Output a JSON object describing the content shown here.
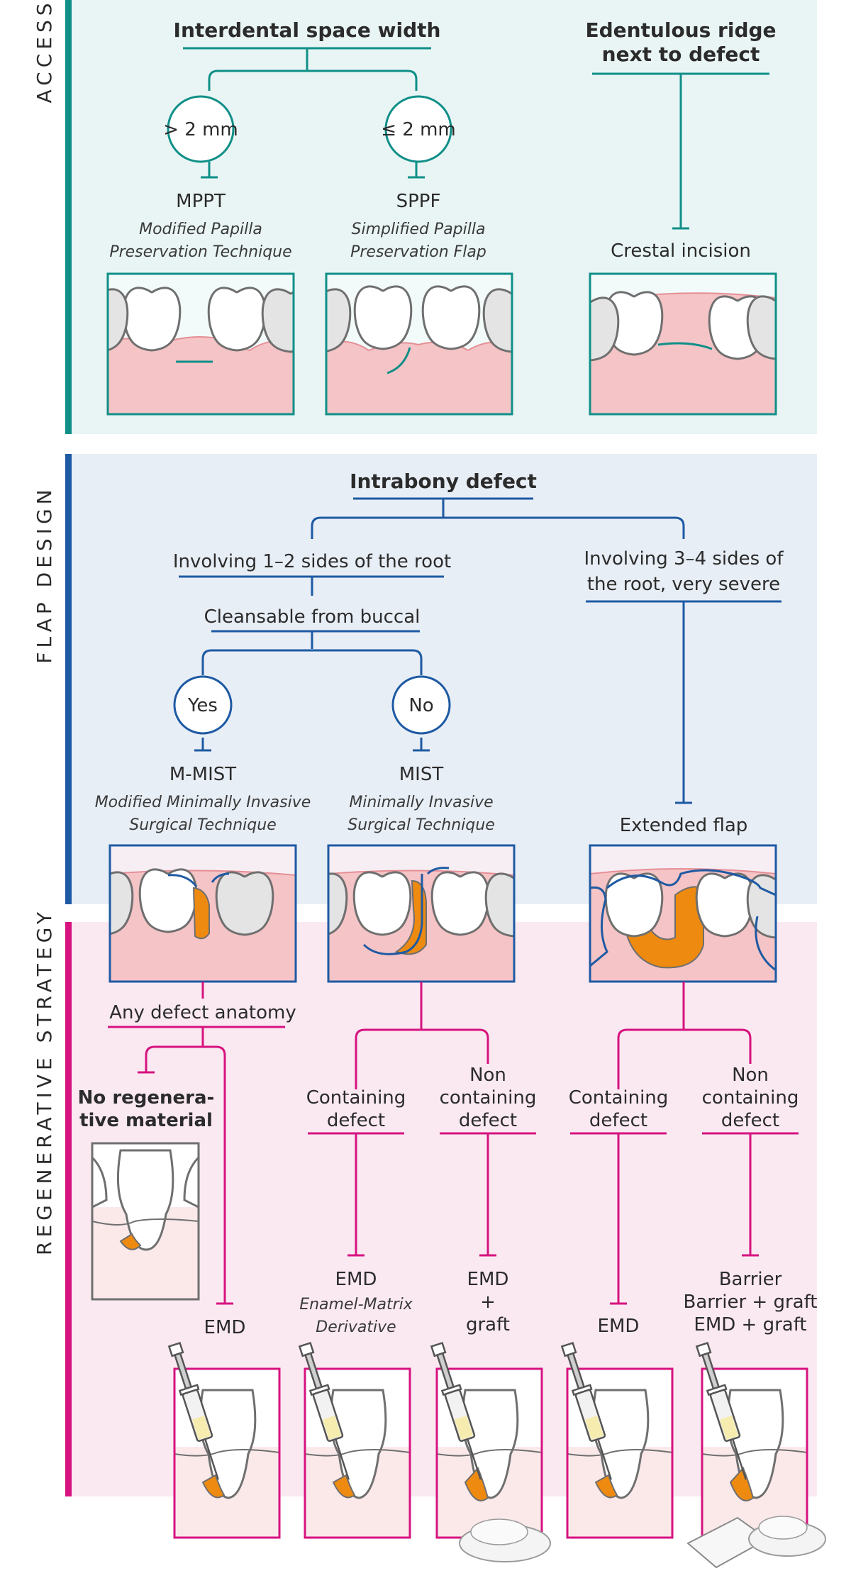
{
  "sections": {
    "access": "ACCESS",
    "flap": "FLAP DESIGN",
    "regen": "REGENERATIVE STRATEGY"
  },
  "colors": {
    "teal": "#0f8f88",
    "blue": "#1e5aa3",
    "magenta": "#d6137f",
    "gum": "#f5c4c6",
    "orange": "#ee8a10"
  },
  "access": {
    "interdental": "Interdental space width",
    "gt2": "> 2 mm",
    "le2": "≤ 2 mm",
    "mppt": "MPPT",
    "mppt_d1": "Modified Papilla",
    "mppt_d2": "Preservation Technique",
    "sppf": "SPPF",
    "sppf_d1": "Simplified Papilla",
    "sppf_d2": "Preservation Flap",
    "edent1": "Edentulous ridge",
    "edent2": "next to defect",
    "crestal": "Crestal incision"
  },
  "flap": {
    "intrabony": "Intrabony defect",
    "inv12": "Involving 1–2 sides of the root",
    "inv34_1": "Involving 3–4 sides of",
    "inv34_2": "the root, very severe",
    "cleansable": "Cleansable from buccal",
    "yes": "Yes",
    "no": "No",
    "mmist": "M-MIST",
    "mmist_d1": "Modified Minimally Invasive",
    "mmist_d2": "Surgical Technique",
    "mist": "MIST",
    "mist_d1": "Minimally Invasive",
    "mist_d2": "Surgical Technique",
    "extended": "Extended flap"
  },
  "regen": {
    "any_defect": "Any defect anatomy",
    "no_regen1": "No regenera-",
    "no_regen2": "tive material",
    "emd": "EMD",
    "containing1": "Containing",
    "containing2": "defect",
    "noncont1": "Non",
    "noncont2": "containing",
    "noncont3": "defect",
    "emd_full1": "Enamel-Matrix",
    "emd_full2": "Derivative",
    "plus": "+",
    "graft": "graft",
    "barrier": "Barrier",
    "barrier_graft": "Barrier + graft",
    "emd_graft": "EMD + graft"
  }
}
